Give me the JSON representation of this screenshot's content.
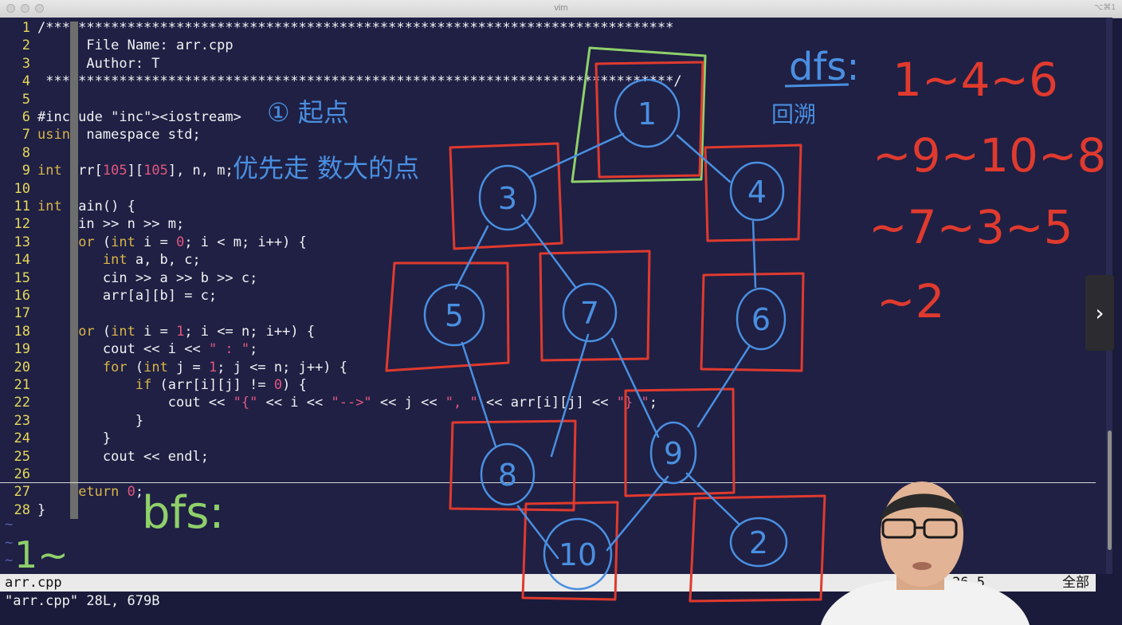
{
  "window": {
    "title": "vim",
    "shortcut": "⌥⌘1"
  },
  "editor": {
    "tildes": [
      "~",
      "~",
      "~"
    ],
    "lines": [
      {
        "n": "1",
        "code": "/*****************************************************************************"
      },
      {
        "n": "2",
        "code": "    > File Name: arr.cpp"
      },
      {
        "n": "3",
        "code": "    > Author: T"
      },
      {
        "n": "4",
        "code": " *****************************************************************************/"
      },
      {
        "n": "5",
        "code": ""
      },
      {
        "n": "6",
        "code": "#include <iostream>"
      },
      {
        "n": "7",
        "code": "using namespace std;"
      },
      {
        "n": "8",
        "code": ""
      },
      {
        "n": "9",
        "code": "int arr[105][105], n, m;"
      },
      {
        "n": "10",
        "code": ""
      },
      {
        "n": "11",
        "code": "int main() {"
      },
      {
        "n": "12",
        "code": "    cin >> n >> m;"
      },
      {
        "n": "13",
        "code": "    for (int i = 0; i < m; i++) {"
      },
      {
        "n": "14",
        "code": "        int a, b, c;"
      },
      {
        "n": "15",
        "code": "        cin >> a >> b >> c;"
      },
      {
        "n": "16",
        "code": "        arr[a][b] = c;"
      },
      {
        "n": "17",
        "code": "    }"
      },
      {
        "n": "18",
        "code": "    for (int i = 1; i <= n; i++) {"
      },
      {
        "n": "19",
        "code": "        cout << i << \" : \";"
      },
      {
        "n": "20",
        "code": "        for (int j = 1; j <= n; j++) {"
      },
      {
        "n": "21",
        "code": "            if (arr[i][j] != 0) {"
      },
      {
        "n": "22",
        "code": "                cout << \"{\" << i << \"-->\" << j << \", \" << arr[i][j] << \"} \";"
      },
      {
        "n": "23",
        "code": "            }"
      },
      {
        "n": "24",
        "code": "        }"
      },
      {
        "n": "25",
        "code": "        cout << endl;"
      },
      {
        "n": "26",
        "code": "    }"
      },
      {
        "n": "27",
        "code": "    return 0;"
      },
      {
        "n": "28",
        "code": "}"
      }
    ]
  },
  "statusbar": {
    "filename": "arr.cpp",
    "position": "26,5",
    "scroll": "全部"
  },
  "cmdline": {
    "text": "\"arr.cpp\" 28L, 679B"
  },
  "annotations": {
    "start": "① 起点",
    "priority": "优先走 数大的点",
    "dfs_label": "dfs:",
    "backtrack": "回溯",
    "dfs_line1": "1~4~6",
    "dfs_line2": "~9~10~8",
    "dfs_line3": "~7~3~5",
    "dfs_line4": "~2",
    "bfs_label": "bfs:",
    "bfs_start": "1~"
  },
  "graph": {
    "nodes": [
      "1",
      "3",
      "4",
      "5",
      "7",
      "6",
      "8",
      "9",
      "10",
      "2"
    ]
  },
  "colors": {
    "ink_blue": "#4a8fe0",
    "ink_red": "#e03a2e",
    "ink_green": "#8fd06a"
  },
  "controls": {
    "next_icon": "›"
  }
}
